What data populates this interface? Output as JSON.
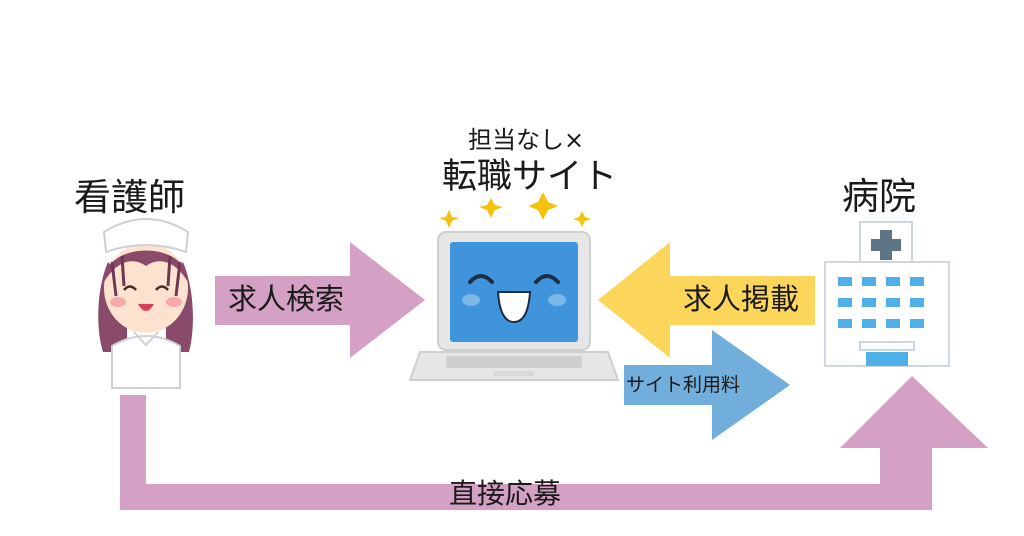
{
  "labels": {
    "nurse": "看護師",
    "site_sub": "担当なし×",
    "site_main": "転職サイト",
    "hospital": "病院",
    "job_search": "求人検索",
    "job_posting": "求人掲載",
    "site_fee": "サイト利用料",
    "direct_apply": "直接応募"
  },
  "colors": {
    "pink_arrow": "#d4a0c3",
    "yellow_arrow": "#fbd65a",
    "blue_arrow": "#72aedb",
    "screen_blue": "#3f94dc",
    "star_yellow": "#f4c20d",
    "laptop_gray": "#e6e6e6",
    "hospital_window": "#4fb0e8",
    "nurse_hair": "#8a4a6a"
  },
  "icons": {
    "nurse": "nurse-illustration",
    "laptop": "smiling-laptop-illustration",
    "hospital": "hospital-building-illustration"
  }
}
